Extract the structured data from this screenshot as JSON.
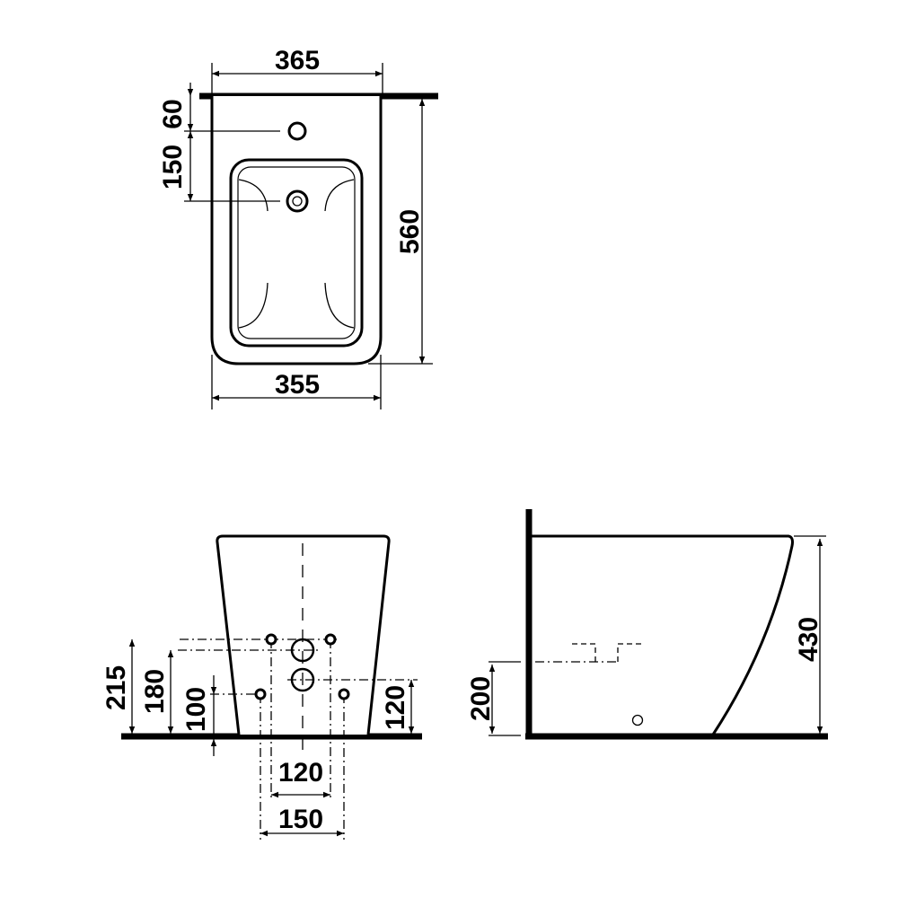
{
  "title": "Bidet technical drawing",
  "top_view": {
    "width_top": "365",
    "hole_offset_1": "60",
    "hole_offset_2": "150",
    "depth": "560",
    "width_bottom": "355"
  },
  "front_view": {
    "height_215": "215",
    "height_180": "180",
    "height_100": "100",
    "height_120": "120",
    "spacing_120": "120",
    "spacing_150": "150"
  },
  "side_view": {
    "height": "430",
    "outlet_height": "200"
  }
}
